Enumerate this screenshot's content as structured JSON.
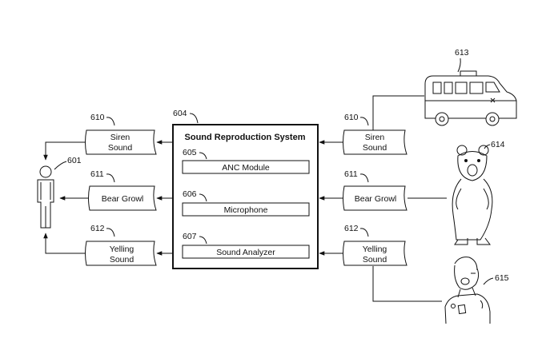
{
  "system": {
    "ref": "604",
    "title": "Sound Reproduction System",
    "modules": [
      {
        "ref": "605",
        "label": "ANC Module"
      },
      {
        "ref": "606",
        "label": "Microphone"
      },
      {
        "ref": "607",
        "label": "Sound Analyzer"
      }
    ]
  },
  "listener": {
    "ref": "601"
  },
  "output_sounds": [
    {
      "ref": "610",
      "line1": "Siren",
      "line2": "Sound"
    },
    {
      "ref": "611",
      "line1": "Bear Growl",
      "line2": ""
    },
    {
      "ref": "612",
      "line1": "Yelling",
      "line2": "Sound"
    }
  ],
  "input_sounds": [
    {
      "ref": "610",
      "line1": "Siren",
      "line2": "Sound"
    },
    {
      "ref": "611",
      "line1": "Bear Growl",
      "line2": ""
    },
    {
      "ref": "612",
      "line1": "Yelling",
      "line2": "Sound"
    }
  ],
  "sources": [
    {
      "ref": "613",
      "icon": "ambulance-icon"
    },
    {
      "ref": "614",
      "icon": "bear-icon"
    },
    {
      "ref": "615",
      "icon": "yelling-person-icon"
    }
  ]
}
